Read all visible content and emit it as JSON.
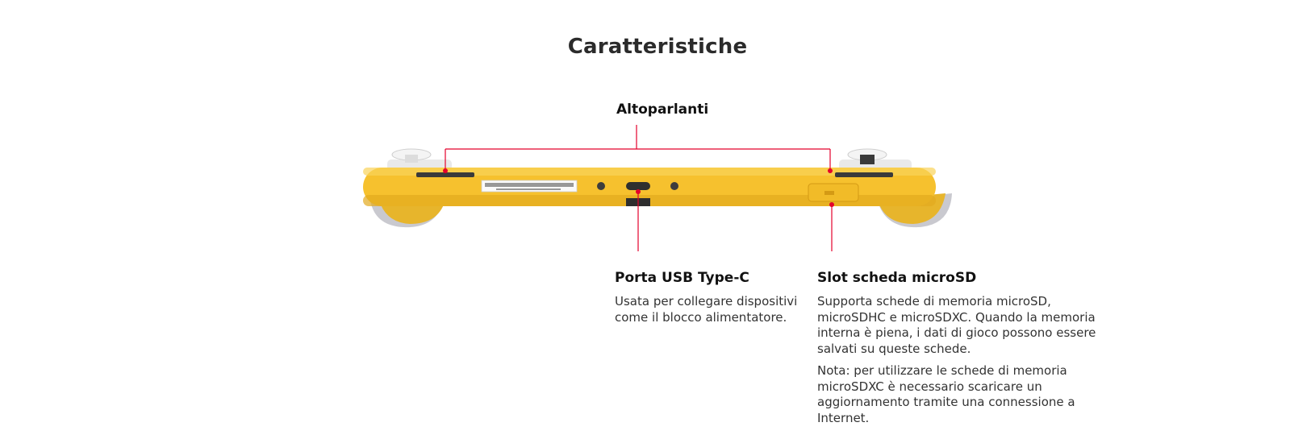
{
  "page": {
    "title": "Caratteristiche"
  },
  "features": {
    "speakers": {
      "label": "Altoparlanti"
    },
    "usb": {
      "label": "Porta USB Type-C",
      "description": "Usata per collegare dispositivi come il blocco alimentatore."
    },
    "microsd": {
      "label": "Slot scheda microSD",
      "description": "Supporta schede di memoria microSD, microSDHC e microSDXC. Quando la memoria interna è piena, i dati di gioco possono essere salvati su queste schede.",
      "note": "Nota: per utilizzare le schede di memoria microSDXC è necessario scaricare un aggiornamento tramite una connessione a Internet."
    }
  },
  "colors": {
    "console_body": "#f6c12e",
    "callout_line": "#e4002b",
    "analog_stick": "#f2f2f2"
  },
  "icons": {
    "console": "nintendo-switch-lite-bottom-view-illustration"
  }
}
